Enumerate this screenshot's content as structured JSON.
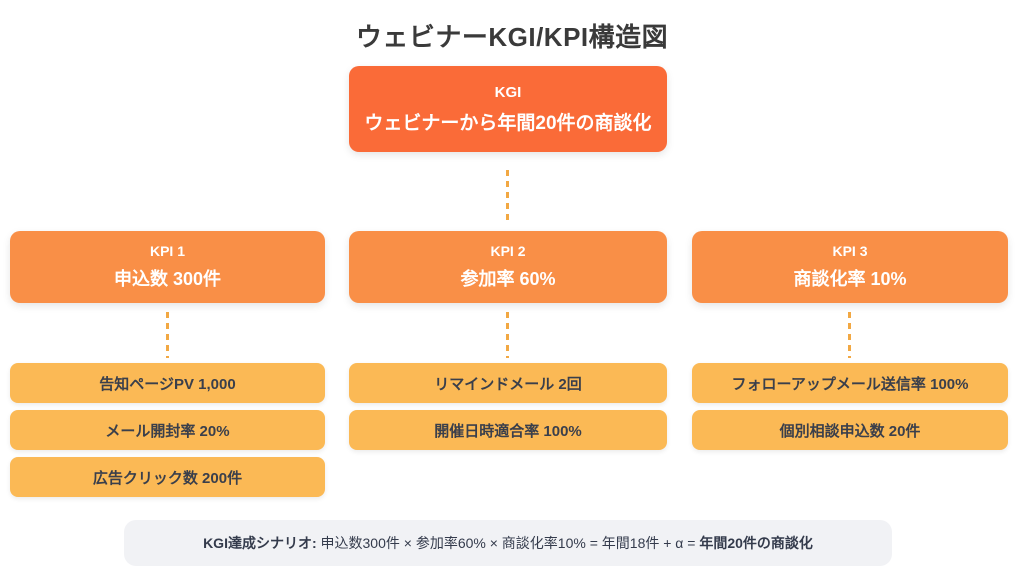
{
  "title": "ウェビナーKGI/KPI構造図",
  "colors": {
    "kgi_box": "#fa6b38",
    "kpi_box": "#f98f47",
    "sub_box": "#fbb955",
    "connector": "#f2a843",
    "scenario_bg": "#f1f2f5"
  },
  "kgi": {
    "label": "KGI",
    "value": "ウェビナーから年間20件の商談化"
  },
  "columns": [
    {
      "kpi_label": "KPI 1",
      "kpi_value": "申込数 300件",
      "sub_items": [
        "告知ページPV 1,000",
        "メール開封率 20%",
        "広告クリック数 200件"
      ]
    },
    {
      "kpi_label": "KPI 2",
      "kpi_value": "参加率 60%",
      "sub_items": [
        "リマインドメール 2回",
        "開催日時適合率 100%"
      ]
    },
    {
      "kpi_label": "KPI 3",
      "kpi_value": "商談化率 10%",
      "sub_items": [
        "フォローアップメール送信率 100%",
        "個別相談申込数 20件"
      ]
    }
  ],
  "scenario": {
    "label": "KGI達成シナリオ:",
    "formula": " 申込数300件 × 参加率60% × 商談化率10% = 年間18件 + α = ",
    "result": "年間20件の商談化"
  }
}
